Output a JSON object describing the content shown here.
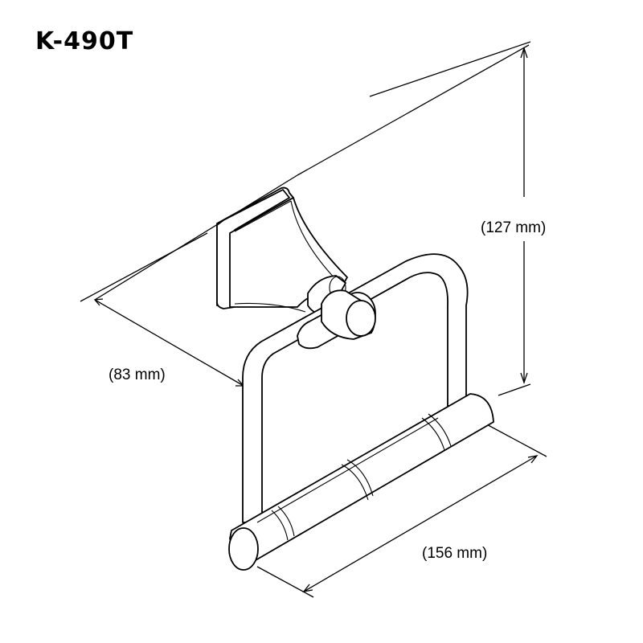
{
  "title": "K-490T",
  "dimensions": {
    "height": "(127 mm)",
    "depth": "(83 mm)",
    "width": "(156 mm)"
  }
}
